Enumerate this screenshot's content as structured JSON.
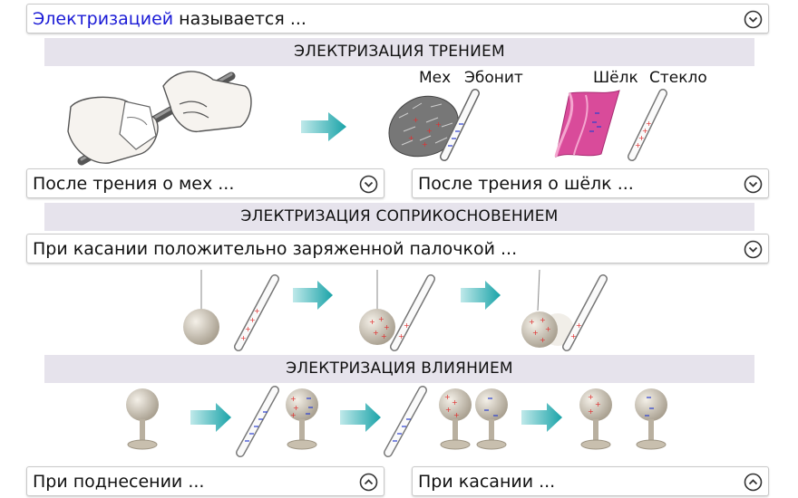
{
  "top_question": {
    "highlight": "Электризацией",
    "rest": " называется ..."
  },
  "sections": {
    "friction": "ЭЛЕКТРИЗАЦИЯ ТРЕНИЕМ",
    "contact": "ЭЛЕКТРИЗАЦИЯ СОПРИКОСНОВЕНИЕМ",
    "induction": "ЭЛЕКТРИЗАЦИЯ ВЛИЯНИЕМ"
  },
  "materials": {
    "fur": "Мех",
    "ebonite": "Эбонит",
    "silk": "Шёлк",
    "glass": "Стекло"
  },
  "questions": {
    "after_fur": "После трения о мех ...",
    "after_silk": "После трения о шёлк ...",
    "contact_positive": "При касании положительно заряженной палочкой ...",
    "approach": "При поднесении ...",
    "touch": "При касании ..."
  },
  "icons": {
    "collapsed": "chevron-down-circle-icon",
    "expanded": "chevron-up-circle-icon"
  },
  "colors": {
    "arrow": "#1aa3a8",
    "section_bg": "#e6e3ec",
    "positive": "#e03030",
    "negative": "#2a3fd0",
    "highlight": "#1b1bd6"
  }
}
